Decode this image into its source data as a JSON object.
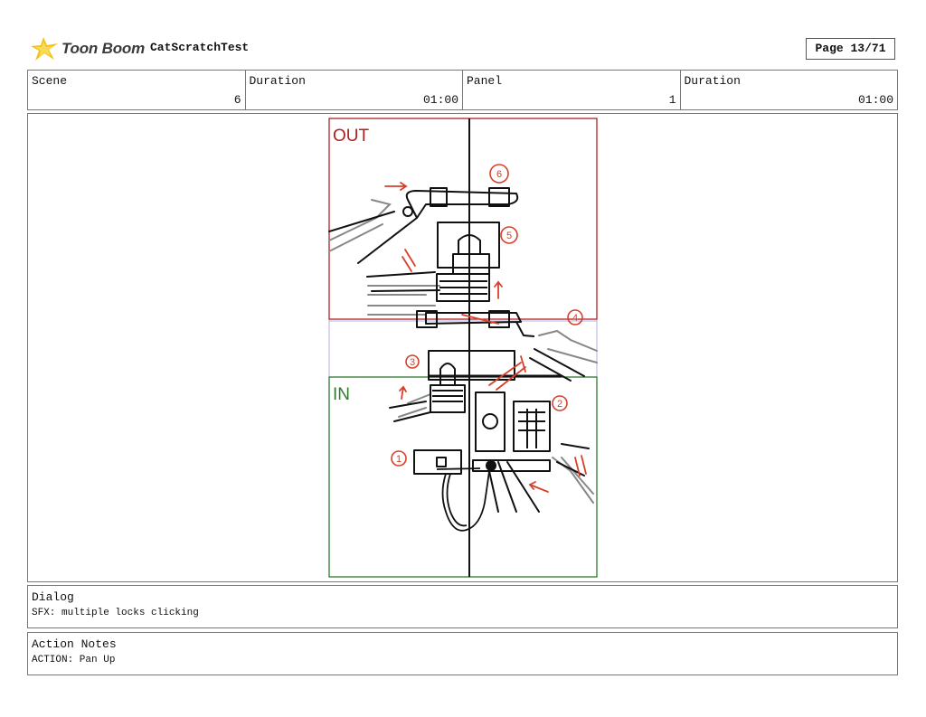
{
  "header": {
    "logo_text": "Toon Boom",
    "project_name": "CatScratchTest",
    "page_label": "Page 13/71"
  },
  "info": {
    "scene_label": "Scene",
    "scene_value": "6",
    "scene_duration_label": "Duration",
    "scene_duration_value": "01:00",
    "panel_label": "Panel",
    "panel_value": "1",
    "panel_duration_label": "Duration",
    "panel_duration_value": "01:00"
  },
  "frames": {
    "out_label": "OUT",
    "in_label": "IN",
    "out_color": "#b02020",
    "in_color": "#2d7a2d"
  },
  "sketch_numbers": [
    "1",
    "2",
    "3",
    "4",
    "5",
    "6"
  ],
  "dialog": {
    "title": "Dialog",
    "text": "SFX: multiple locks clicking"
  },
  "action_notes": {
    "title": "Action Notes",
    "text": "ACTION: Pan Up"
  }
}
